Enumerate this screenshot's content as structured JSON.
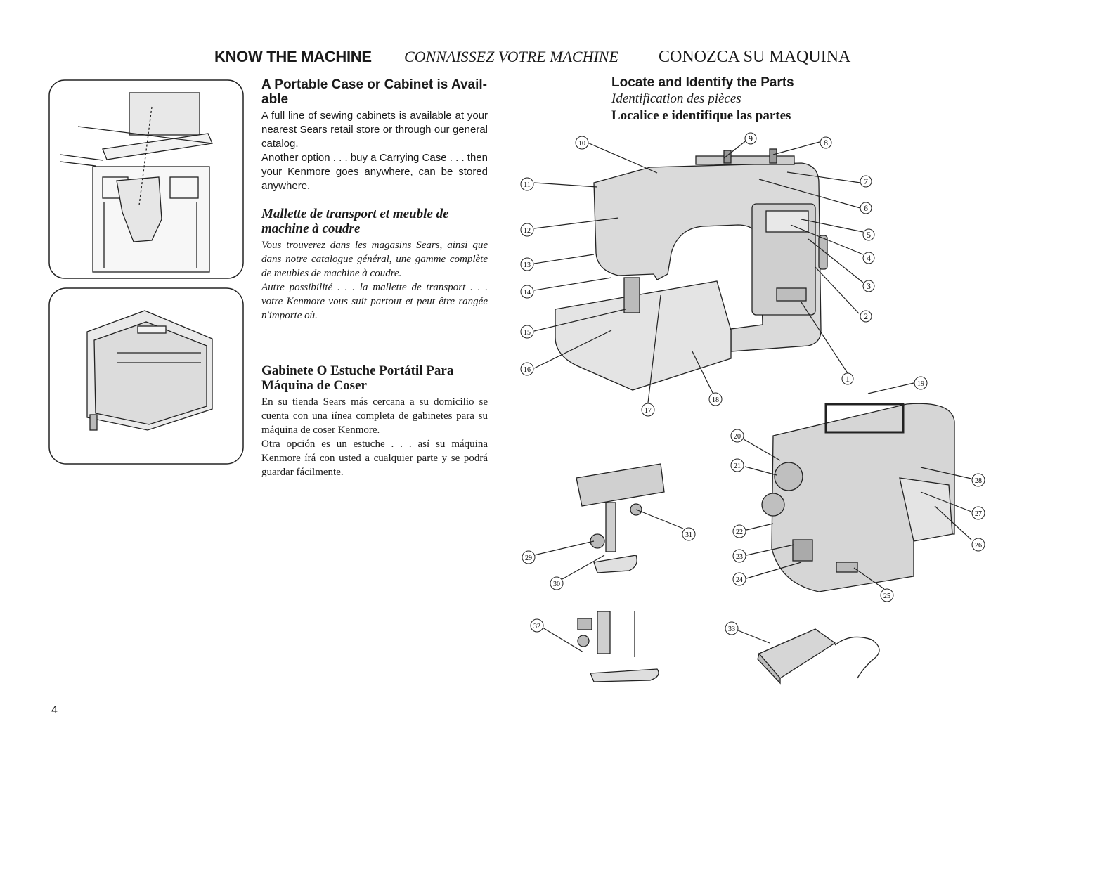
{
  "header": {
    "en": "KNOW THE MACHINE",
    "fr": "CONNAISSEZ VOTRE MACHINE",
    "es": "CONOZCA SU MAQUINA"
  },
  "case_section": {
    "en_title": "A Portable Case or Cabinet is Avail-able",
    "en_body1": "A full line of sewing cabinets is available at your nearest Sears retail store or through our general catalog.",
    "en_body2": "Another option . . . buy a Carrying Case . . . then your Kenmore goes anywhere, can be stored anywhere.",
    "fr_title": "Mallette de transport et meuble de machine à coudre",
    "fr_body1": "Vous trouverez dans les magasins Sears, ainsi que dans notre catalogue général, une gamme complète de meubles de machine à coudre.",
    "fr_body2": "Autre possibilité . . . la mallette de transport . . . votre Kenmore vous suit partout et peut être rangée n'importe où.",
    "es_title": "Gabinete O Estuche Portátil Para Máquina de Coser",
    "es_body1": "En su tienda Sears más cercana a su domicilio se cuenta con una iínea completa de gabinetes para su máquina de coser Kenmore.",
    "es_body2": "Otra opción es un estuche . . . así su máquina Kenmore írá con usted a cualquier parte y se podrá guardar fácilmente."
  },
  "parts_section": {
    "en_title": "Locate and Identify the Parts",
    "fr_title": "Identification des pièces",
    "es_title": "Localice e identifique las partes"
  },
  "callouts": [
    "1",
    "2",
    "3",
    "4",
    "5",
    "6",
    "7",
    "8",
    "9",
    "10",
    "11",
    "12",
    "13",
    "14",
    "15",
    "16",
    "17",
    "18",
    "19",
    "20",
    "21",
    "22",
    "23",
    "24",
    "25",
    "26",
    "27",
    "28",
    "29",
    "30",
    "31",
    "32",
    "33"
  ],
  "page_number": "4"
}
